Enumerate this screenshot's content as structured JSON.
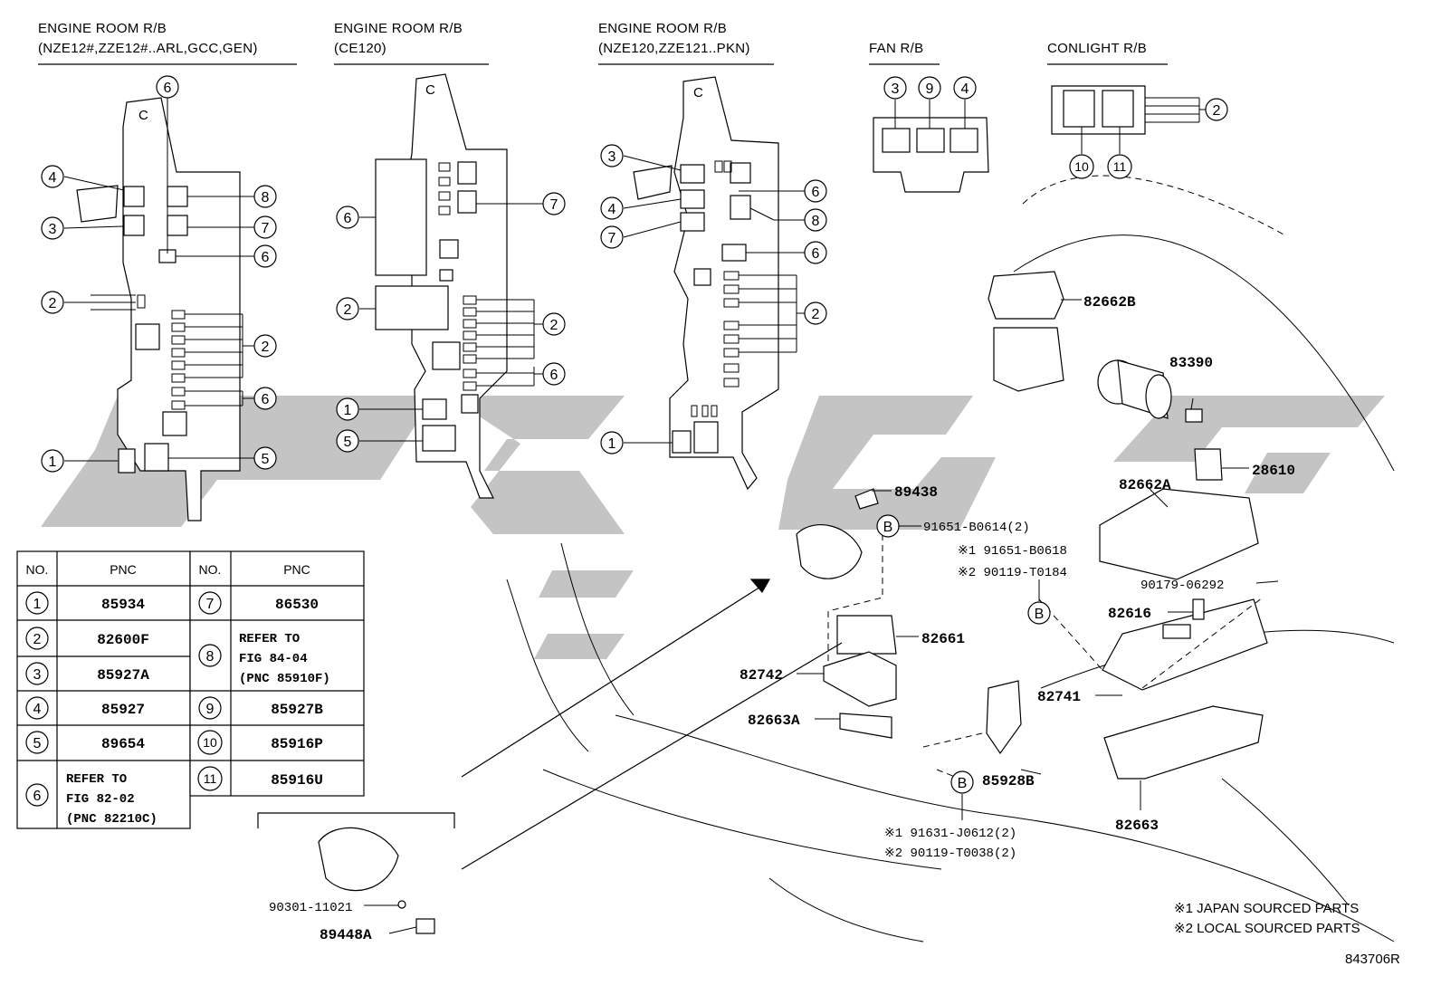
{
  "diagram_code": "843706R",
  "headers": {
    "er1": {
      "line1": "ENGINE ROOM R/B",
      "line2": "(NZE12#,ZZE12#..ARL,GCC,GEN)"
    },
    "er2": {
      "line1": "ENGINE ROOM R/B",
      "line2": "(CE120)"
    },
    "er3": {
      "line1": "ENGINE ROOM R/B",
      "line2": "(NZE120,ZZE121..PKN)"
    },
    "fan": {
      "line1": "FAN R/B"
    },
    "conlight": {
      "line1": "CONLIGHT R/B"
    }
  },
  "callouts": {
    "n1": "1",
    "n2": "2",
    "n3": "3",
    "n4": "4",
    "n5": "5",
    "n6": "6",
    "n7": "7",
    "n8": "8",
    "n9": "9",
    "n10": "10",
    "n11": "11",
    "b": "B"
  },
  "part_labels": {
    "p82662B": "82662B",
    "p83390": "83390",
    "p28610": "28610",
    "p82662A": "82662A",
    "p89438": "89438",
    "p91651B0614": "91651-B0614(2)",
    "p91651B0618": "※1 91651-B0618",
    "p90119T0184": "※2 90119-T0184",
    "p9017906292": "90179-06292",
    "p82616": "82616",
    "p82661": "82661",
    "p82742": "82742",
    "p82741": "82741",
    "p82663A": "82663A",
    "p85928B": "85928B",
    "p82663": "82663",
    "p91631J0612": "※1 91631-J0612(2)",
    "p90119T0038": "※2 90119-T0038(2)",
    "p9030111021": "90301-11021",
    "p89448A": "89448A"
  },
  "notes": {
    "japan": "※1 JAPAN SOURCED PARTS",
    "local": "※2 LOCAL SOURCED PARTS"
  },
  "table": {
    "col_no": "NO.",
    "col_pnc": "PNC",
    "left": [
      {
        "no": "1",
        "pnc": "85934"
      },
      {
        "no": "2",
        "pnc": "82600F"
      },
      {
        "no": "3",
        "pnc": "85927A"
      },
      {
        "no": "4",
        "pnc": "85927"
      },
      {
        "no": "5",
        "pnc": "89654"
      },
      {
        "no": "6",
        "pnc_lines": [
          "REFER TO",
          "FIG 82-02",
          "(PNC 82210C)"
        ]
      }
    ],
    "right": [
      {
        "no": "7",
        "pnc": "86530"
      },
      {
        "no": "8",
        "pnc_lines": [
          "REFER TO",
          "FIG 84-04",
          "(PNC 85910F)"
        ]
      },
      {
        "no": "9",
        "pnc": "85927B"
      },
      {
        "no": "10",
        "pnc": "85916P"
      },
      {
        "no": "11",
        "pnc": "85916U"
      }
    ]
  }
}
